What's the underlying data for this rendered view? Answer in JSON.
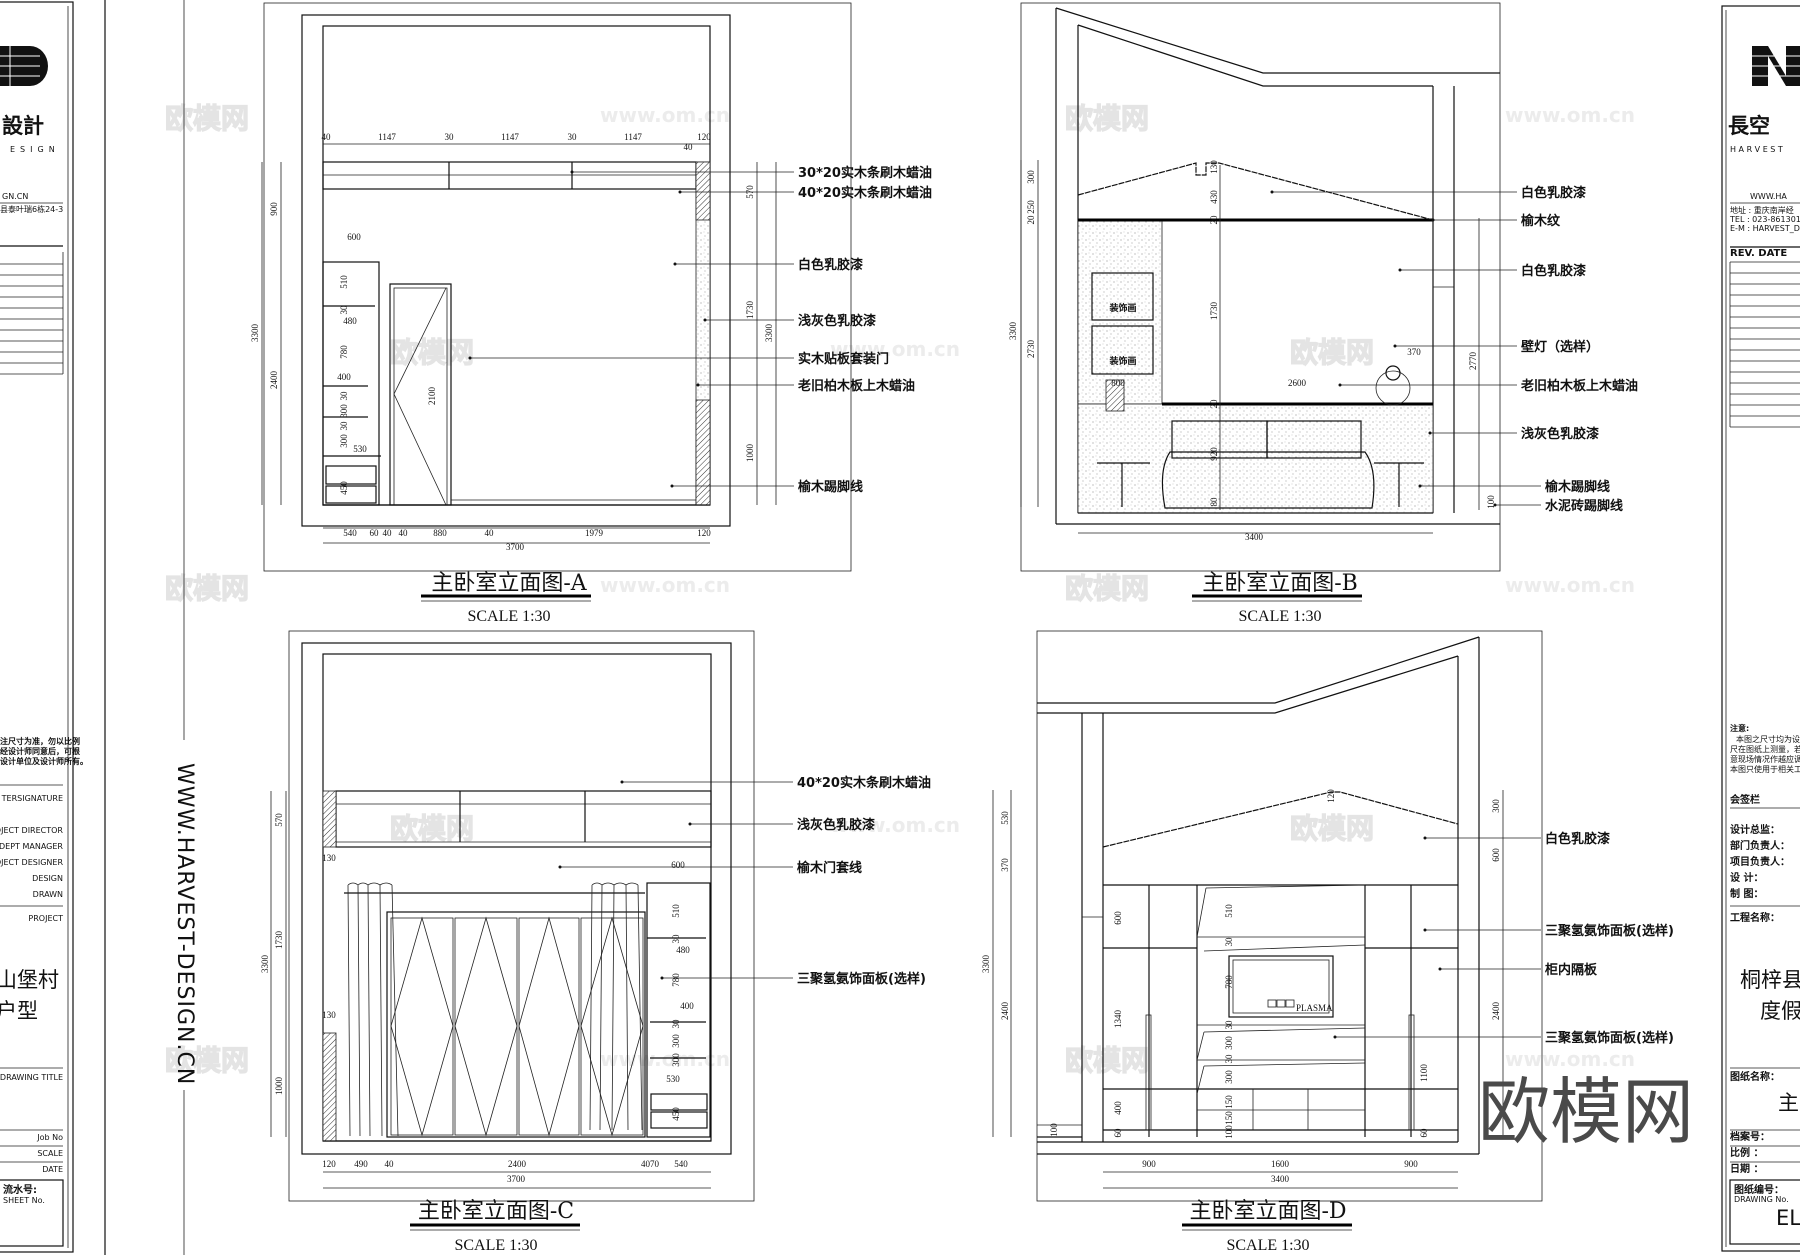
{
  "side_url": "WWW.HARVEST-DESIGN.CN",
  "watermarks": {
    "cn": "欧模网",
    "url": "www.om.cn"
  },
  "left_block": {
    "logo_cn": "設計",
    "logo_en": "ESIGN",
    "web": "GN.CN",
    "address": "县泰叶瑞6栋24-3",
    "notes": [
      "注尺寸为准，勿以比例",
      "经设计师同意后，可根",
      "设计单位及设计师所有。"
    ],
    "signature": "TERSIGNATURE",
    "roles": [
      "PROJECT DIRECTOR",
      "DEPT MANAGER",
      "PROJECT DESIGNER",
      "DESIGN",
      "DRAWN"
    ],
    "project_label": "PROJECT",
    "project_line1": "山堡村",
    "project_line2": "户型",
    "drawing_title_label": "DRAWING TITLE",
    "job_no": "Job No",
    "scale": "SCALE",
    "date": "DATE",
    "sheet_cn": "流水号:",
    "sheet_en": "SHEET No."
  },
  "right_block": {
    "logo_cn": "長空",
    "logo_en": "H A R V E S T",
    "web": "WWW.HA",
    "address_rows": [
      "地址  :  重庆南岸经",
      "TEL   :  023-861301",
      "E-M   :  HARVEST_DE"
    ],
    "rev_header": "REV.   DATE",
    "note_title": "注意:",
    "notes": [
      "本图之尺寸均为设",
      "尺在图纸上测量，若与",
      "意现场情况作越应调整",
      "本图只使用于相关工程"
    ],
    "countersign": "会签栏",
    "roles": [
      "设计总监：",
      "部门负责人：",
      "项目负责人：",
      "设      计：",
      "制      图："
    ],
    "project_label": "工程名称：",
    "project_line1": "桐梓县",
    "project_line2": "度假",
    "drawing_name_label": "图纸名称：",
    "drawing_name": "主卧",
    "archive_no": "档案号：",
    "scale": "比例  ：",
    "date": "日期  ：",
    "drawing_no_label": "图纸编号：",
    "drawing_no_en": "DRAWING No.",
    "drawing_no": "EL-"
  },
  "elevations": {
    "a": {
      "title": "主卧室立面图-A",
      "scale": "SCALE  1:30",
      "labels": [
        "30*20实木条刷木蜡油",
        "40*20实木条刷木蜡油",
        "白色乳胶漆",
        "浅灰色乳胶漆",
        "实木贴板套装门",
        "老旧柏木板上木蜡油",
        "榆木踢脚线"
      ],
      "dims": [
        "40",
        "1147",
        "30",
        "1147",
        "30",
        "1147",
        "120",
        "40",
        "540",
        "60",
        "40",
        "40",
        "880",
        "40",
        "1979",
        "120",
        "3700",
        "3300",
        "900",
        "2400",
        "570",
        "1730",
        "3300",
        "1000",
        "600",
        "510",
        "480",
        "780",
        "400",
        "300",
        "300",
        "530",
        "2100",
        "30",
        "30",
        "30",
        "450"
      ]
    },
    "b": {
      "title": "主卧室立面图-B",
      "scale": "SCALE  1:30",
      "labels": [
        "白色乳胶漆",
        "榆木纹",
        "白色乳胶漆",
        "壁灯（选样）",
        "老旧柏木板上木蜡油",
        "浅灰色乳胶漆",
        "榆木踢脚线",
        "水泥砖踢脚线"
      ],
      "dims": [
        "3300",
        "300",
        "250",
        "20",
        "2730",
        "130",
        "430",
        "20",
        "1730",
        "20",
        "920",
        "80",
        "370",
        "2600",
        "800",
        "2770",
        "100",
        "3400"
      ],
      "picture_label": "装饰画"
    },
    "c": {
      "title": "主卧室立面图-C",
      "scale": "SCALE  1:30",
      "labels": [
        "40*20实木条刷木蜡油",
        "浅灰色乳胶漆",
        "榆木门套线",
        "三聚氢氨饰面板(选样)"
      ],
      "dims": [
        "3300",
        "570",
        "1730",
        "1000",
        "130",
        "130",
        "600",
        "510",
        "480",
        "780",
        "400",
        "300",
        "530",
        "450",
        "120",
        "490",
        "40",
        "2400",
        "4070",
        "540",
        "3700",
        "30",
        "30",
        "300"
      ]
    },
    "d": {
      "title": "主卧室立面图-D",
      "scale": "SCALE  1:30",
      "labels": [
        "白色乳胶漆",
        "三聚氢氨饰面板(选样)",
        "柜内隔板",
        "三聚氢氨饰面板(选样)"
      ],
      "dims": [
        "3300",
        "530",
        "370",
        "2400",
        "600",
        "1340",
        "400",
        "100",
        "60",
        "510",
        "30",
        "780",
        "30",
        "300",
        "30",
        "300",
        "150",
        "150",
        "100",
        "120",
        "300",
        "600",
        "2400",
        "1100",
        "60",
        "900",
        "1600",
        "900",
        "3400"
      ],
      "tv_label": "PLASMA"
    }
  }
}
